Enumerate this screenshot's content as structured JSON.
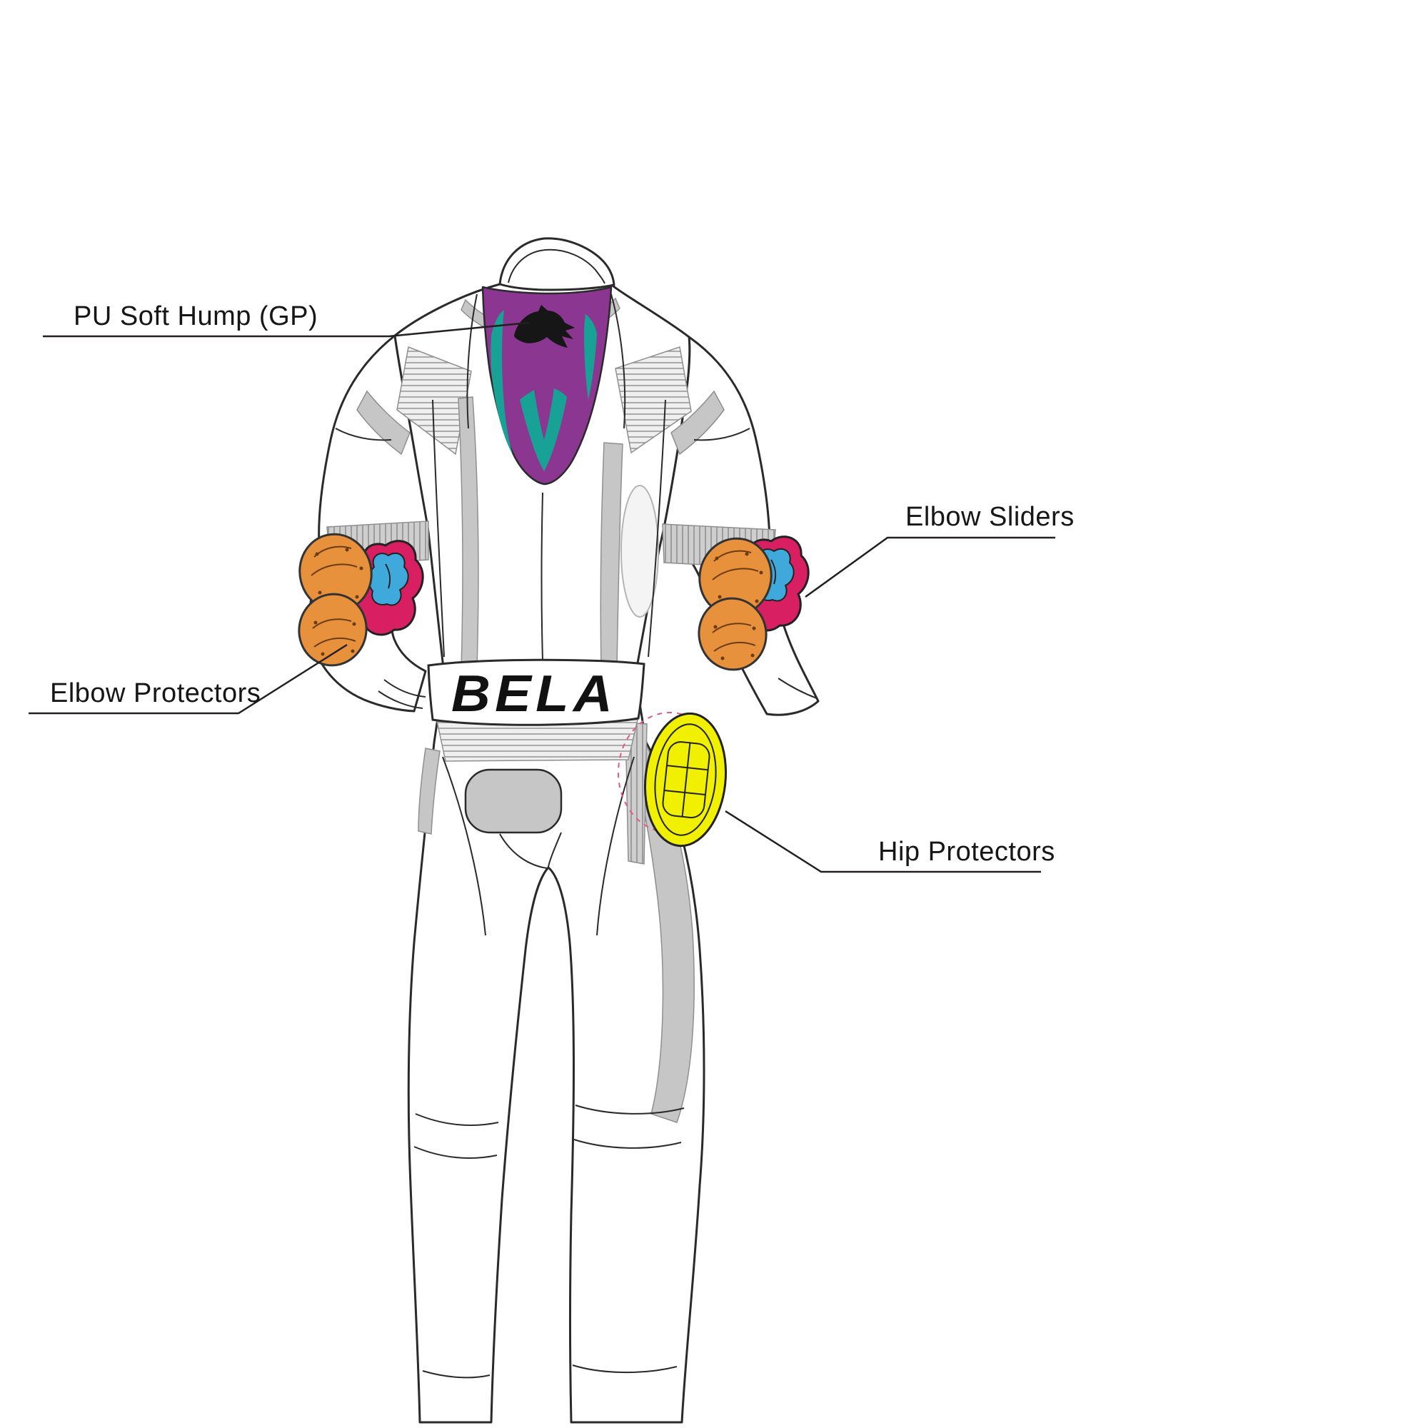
{
  "diagram": {
    "brand": "BELA",
    "callouts": [
      {
        "id": "pu-soft-hump",
        "label": "PU Soft Hump (GP)"
      },
      {
        "id": "elbow-sliders",
        "label": "Elbow Sliders"
      },
      {
        "id": "elbow-protectors",
        "label": "Elbow Protectors"
      },
      {
        "id": "hip-protectors",
        "label": "Hip Protectors"
      }
    ]
  },
  "icons": {
    "panther_logo": "black-roaring-panther-silhouette"
  },
  "colors": {
    "outline": "#2a2a2a",
    "panel_gray": "#c6c6c6",
    "panel_gray_light": "#efefef",
    "hump_purple": "#8B3791",
    "hump_teal": "#18A295",
    "protector_orange": "#E8913D",
    "slider_pink": "#D81F62",
    "slider_blue": "#3FA9DC",
    "hip_yellow": "#F0F000",
    "leader_line": "#231f20",
    "dashed_pink": "#e05a8a"
  }
}
